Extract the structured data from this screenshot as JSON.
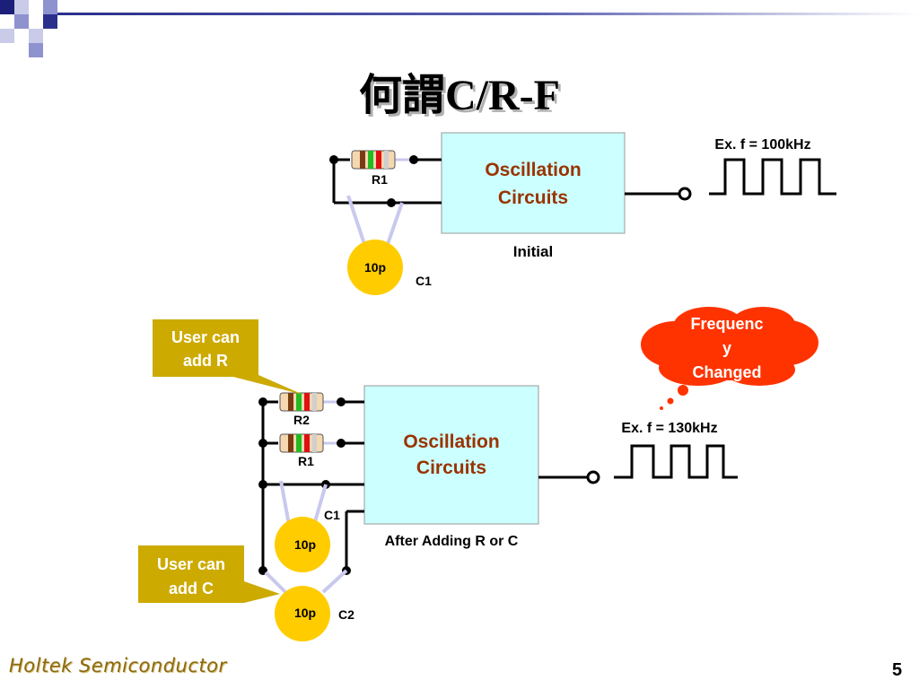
{
  "slide": {
    "title": "何謂C/R-F",
    "page_number": "5",
    "footer_brand": "Holtek Semiconductor"
  },
  "initial": {
    "block_line1": "Oscillation",
    "block_line2": "Circuits",
    "caption": "Initial",
    "resistor_label": "R1",
    "capacitor_value": "10p",
    "capacitor_label": "C1",
    "freq_label": "Ex. f = 100kHz"
  },
  "after": {
    "block_line1": "Oscillation",
    "block_line2": "Circuits",
    "caption": "After Adding R or C",
    "resistor_top_label": "R2",
    "resistor_bottom_label": "R1",
    "capacitor1_value": "10p",
    "capacitor1_label": "C1",
    "capacitor2_value": "10p",
    "capacitor2_label": "C2",
    "freq_label": "Ex. f = 130kHz"
  },
  "callouts": {
    "add_r_line1": "User can",
    "add_r_line2": "add R",
    "add_c_line1": "User can",
    "add_c_line2": "add C"
  },
  "cloud": {
    "line1": "Frequenc",
    "line2": "y",
    "line3": "Changed"
  },
  "colors": {
    "block_fill": "#ccffff",
    "block_text": "#993300",
    "capacitor_fill": "#ffcc00",
    "callout_fill": "#ccaa00",
    "cloud_fill": "#ff3300",
    "title_bar": "#3a3f9a"
  }
}
